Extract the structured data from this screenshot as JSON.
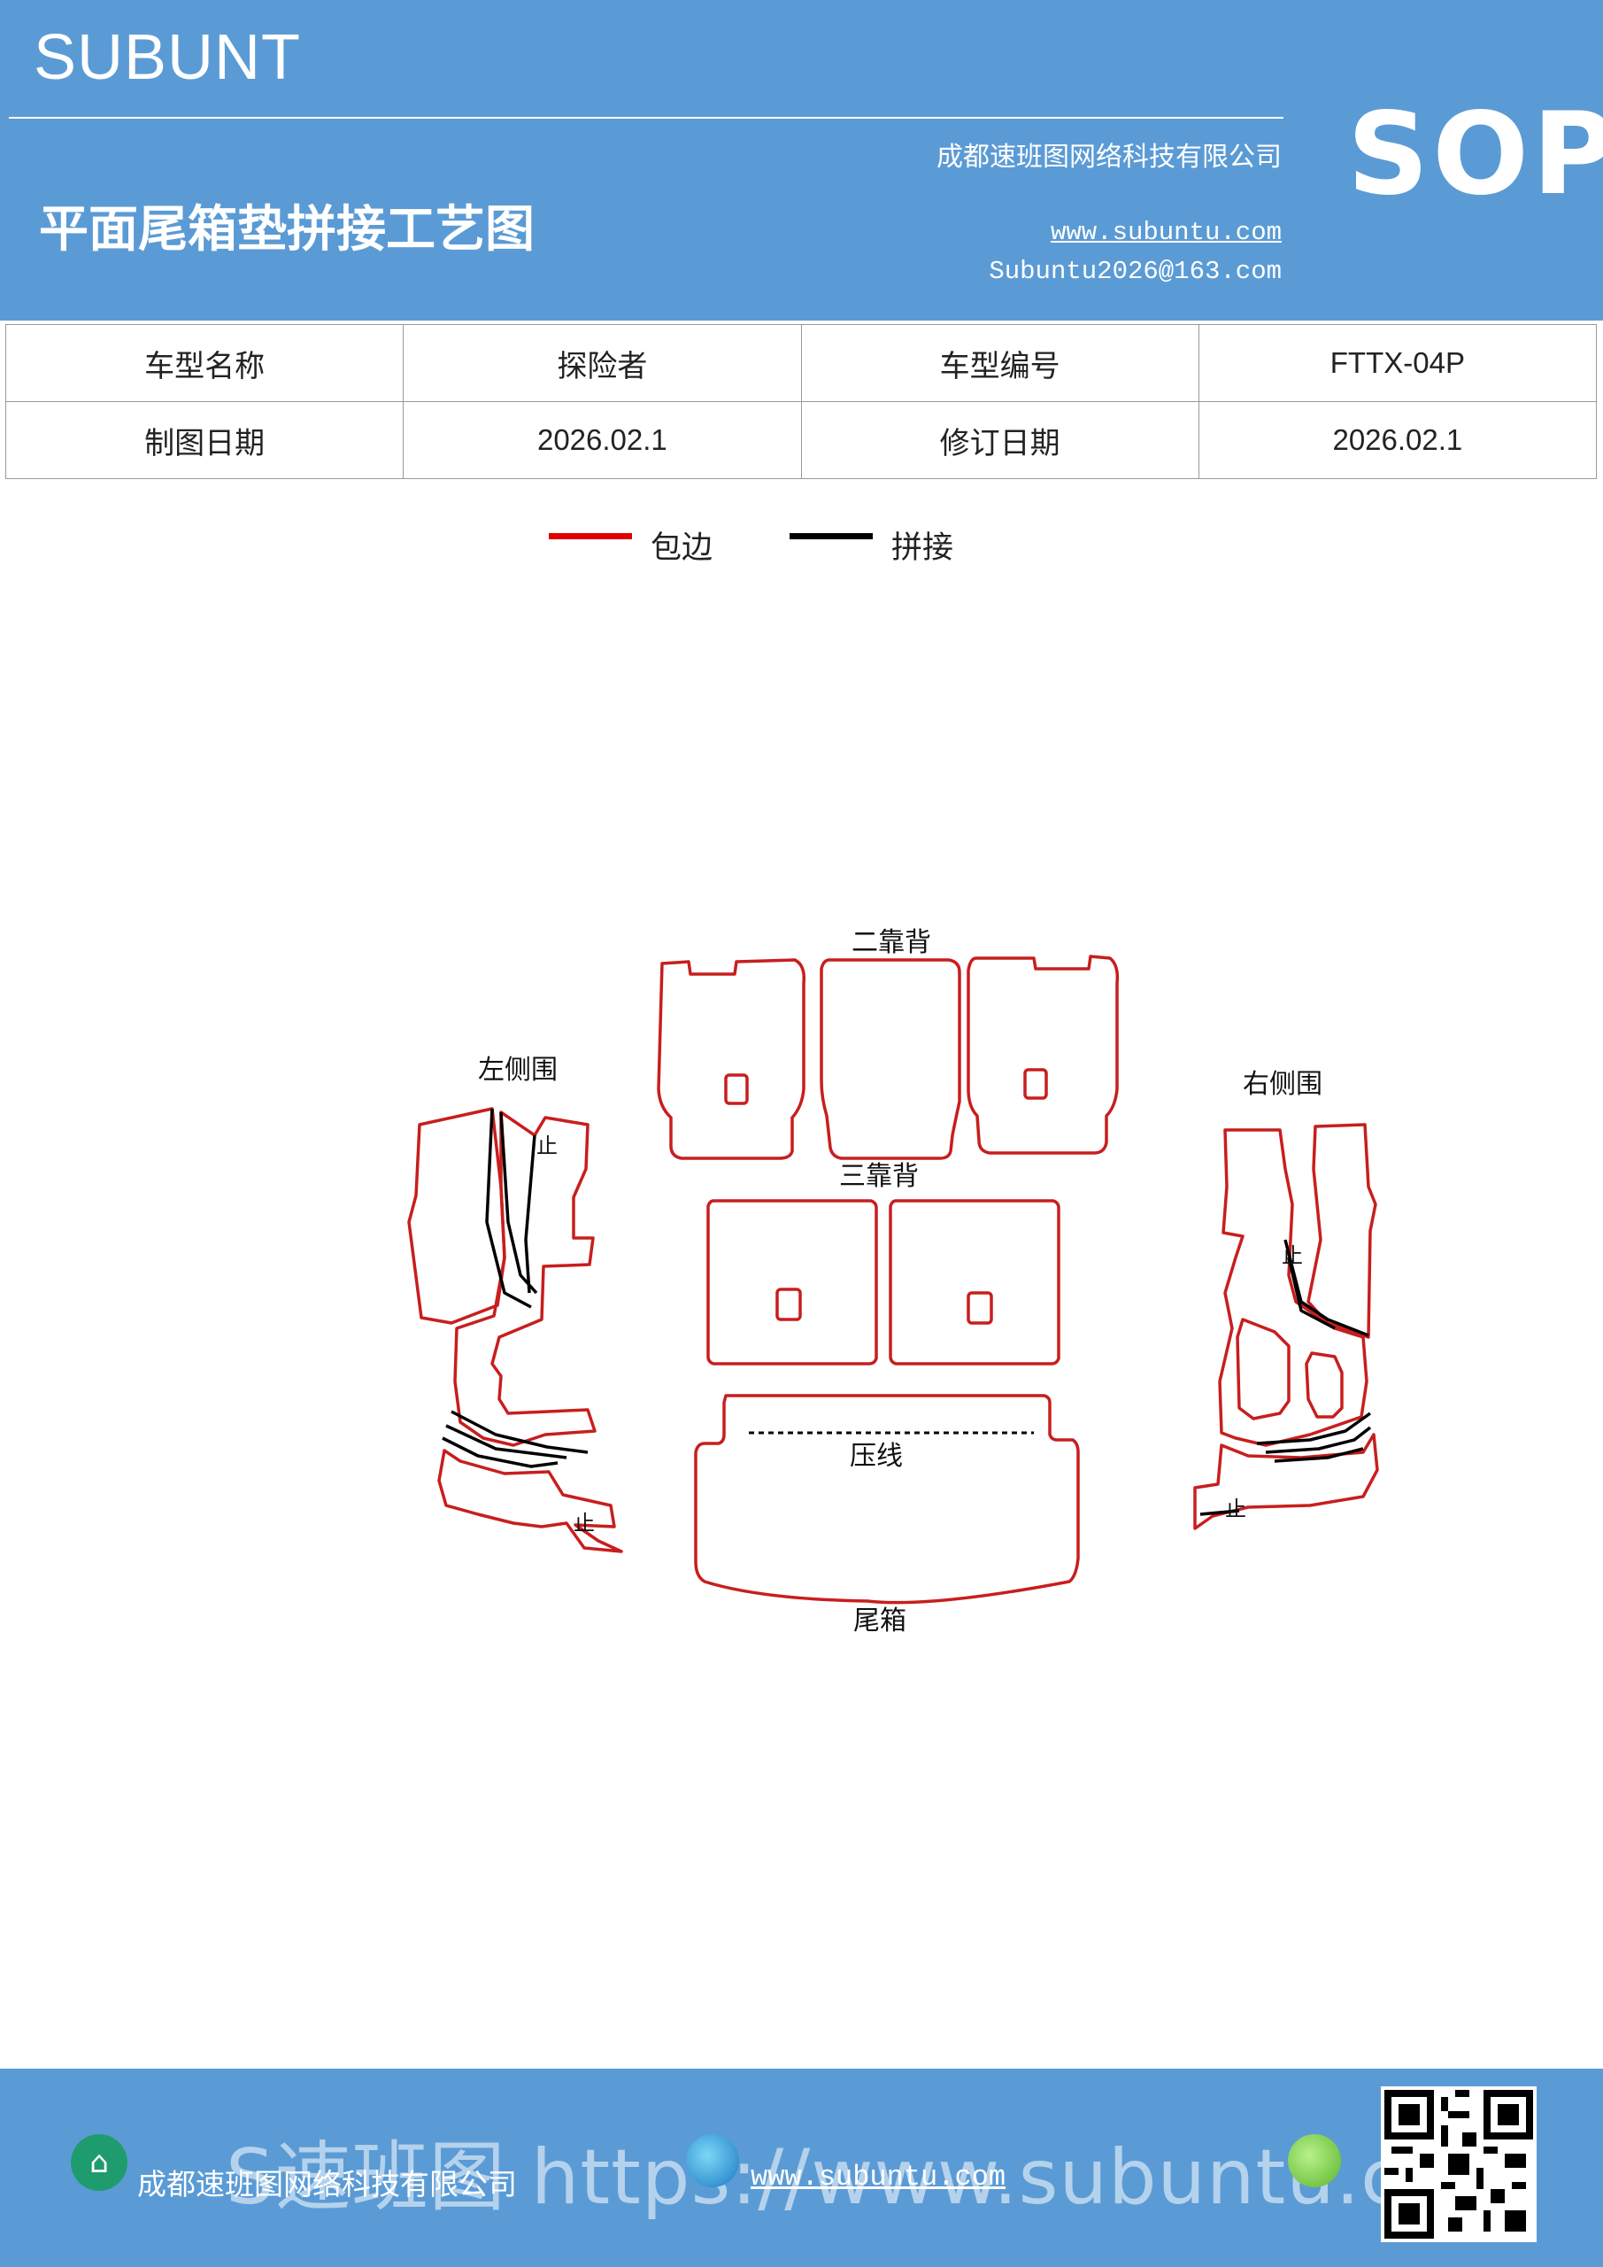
{
  "header": {
    "brand": "SUBUNT",
    "title": "平面尾箱垫拼接工艺图",
    "company": "成都速班图网络科技有限公司",
    "website": "www.subuntu.com",
    "email": "Subuntu2026@163.com",
    "badge": "SOP"
  },
  "info_table": {
    "rows": [
      [
        "车型名称",
        "探险者",
        "车型编号",
        "FTTX-04P"
      ],
      [
        "制图日期",
        "2026.02.1",
        "修订日期",
        "2026.02.1"
      ]
    ]
  },
  "legend": [
    {
      "label": "包边",
      "color": "#e00000"
    },
    {
      "label": "拼接",
      "color": "#000000"
    }
  ],
  "diagram": {
    "labels": {
      "second_back": "二靠背",
      "third_back": "三靠背",
      "left_side": "左侧围",
      "right_side": "右侧围",
      "crease": "压线",
      "trunk": "尾箱",
      "stop": "止"
    },
    "colors": {
      "edge": "#c81e1e",
      "seam": "#000000"
    }
  },
  "footer": {
    "company": "成都速班图网络科技有限公司",
    "website": "www.subuntu.com",
    "watermark": "S速班图 https://www.subuntu.com",
    "logo_icon": "building-icon",
    "qr_icon": "qr-code-icon"
  }
}
